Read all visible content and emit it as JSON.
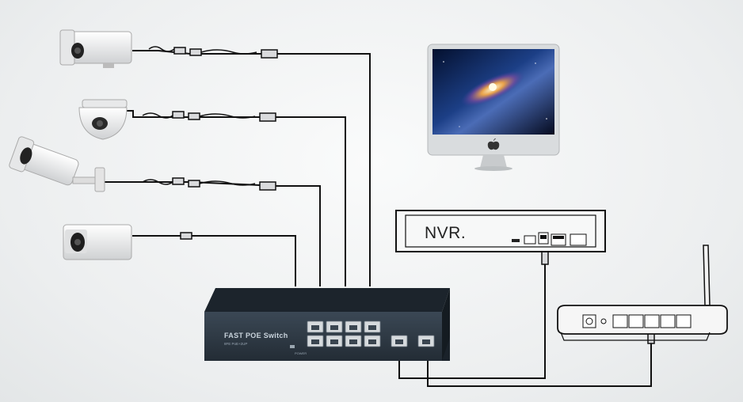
{
  "switch": {
    "title": "FAST POE Switch",
    "subtitle": "8FE PoE+2UP",
    "power_label": "POWER"
  },
  "nvr": {
    "label": "NVR."
  },
  "colors": {
    "cable": "#111111",
    "switch_body": "#2f3a45",
    "switch_top": "#1c242c",
    "monitor_frame": "#cfd2d4",
    "camera_white": "#f2f2f2"
  },
  "devices": {
    "cameras": [
      "bullet-camera-icon",
      "dome-camera-icon",
      "outdoor-bullet-camera-icon",
      "box-camera-icon"
    ],
    "monitor": "imac-monitor-icon",
    "router": "wifi-router-icon",
    "nvr": "nvr-recorder-icon",
    "switch": "poe-switch-icon"
  }
}
